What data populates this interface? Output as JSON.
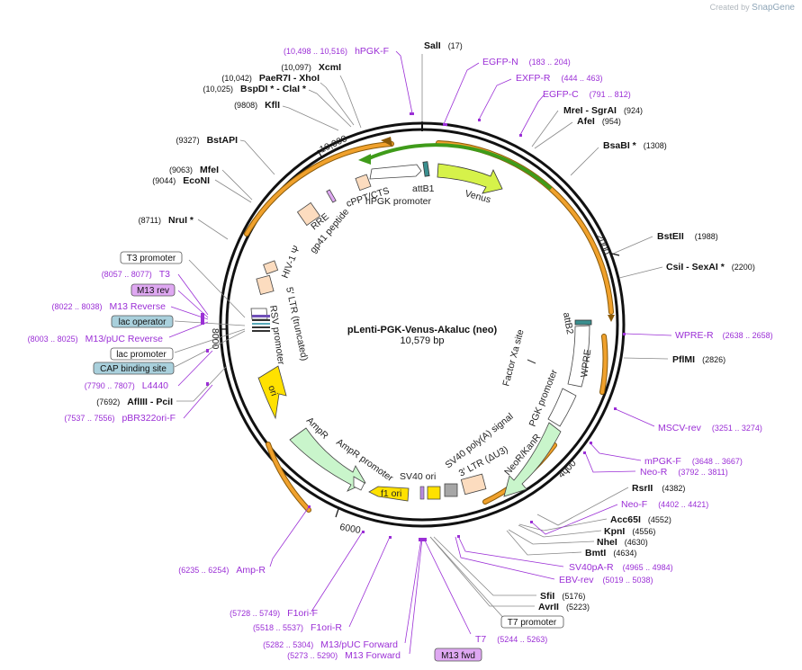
{
  "branding": {
    "created_by": "Created by",
    "brand": "SnapGene"
  },
  "plasmid": {
    "name": "pLenti-PGK-Venus-Akaluc (neo)",
    "size": "10,579 bp"
  },
  "ruler": [
    "2000",
    "4000",
    "6000",
    "8000",
    "10,000"
  ],
  "enzymes": [
    {
      "name": "SalI",
      "pos": "(17)"
    },
    {
      "name": "MreI",
      "sep": " - ",
      "name2": "SgrAI",
      "pos": "(924)"
    },
    {
      "name": "AfeI",
      "pos": "(954)"
    },
    {
      "name": "BsaBI *",
      "pos": "(1308)"
    },
    {
      "name": "BstEII",
      "pos": "(1988)"
    },
    {
      "name": "CsiI",
      "sep": " - ",
      "name2": "SexAI *",
      "pos": "(2200)"
    },
    {
      "name": "PflMI",
      "pos": "(2826)"
    },
    {
      "name": "RsrII",
      "pos": "(4382)"
    },
    {
      "name": "Acc65I",
      "pos": "(4552)"
    },
    {
      "name": "KpnI",
      "pos": "(4556)"
    },
    {
      "name": "NheI",
      "pos": "(4630)"
    },
    {
      "name": "BmtI",
      "pos": "(4634)"
    },
    {
      "name": "SfiI",
      "pos": "(5176)"
    },
    {
      "name": "AvrII",
      "pos": "(5223)"
    },
    {
      "name": "AflIII",
      "sep": " - ",
      "name2": "PciI",
      "pos": "(7692)"
    },
    {
      "name": "NruI *",
      "pos": "(8711)"
    },
    {
      "name": "EcoNI",
      "pos": "(9044)"
    },
    {
      "name": "MfeI",
      "pos": "(9063)"
    },
    {
      "name": "BstAPI",
      "pos": "(9327)"
    },
    {
      "name": "KflI",
      "pos": "(9808)"
    },
    {
      "name": "BspDI *",
      "sep": " - ",
      "name2": "ClaI *",
      "pos": "(10,025)"
    },
    {
      "name": "PaeR7I",
      "sep": " - ",
      "name2": "XhoI",
      "pos": "(10,042)"
    },
    {
      "name": "XcmI",
      "pos": "(10,097)"
    }
  ],
  "primers": [
    {
      "name": "hPGK-F",
      "pos": "(10,498 .. 10,516)"
    },
    {
      "name": "EGFP-N",
      "pos": "(183 .. 204)"
    },
    {
      "name": "EXFP-R",
      "pos": "(444 .. 463)"
    },
    {
      "name": "EGFP-C",
      "pos": "(791 .. 812)"
    },
    {
      "name": "WPRE-R",
      "pos": "(2638 .. 2658)"
    },
    {
      "name": "MSCV-rev",
      "pos": "(3251 .. 3274)"
    },
    {
      "name": "mPGK-F",
      "pos": "(3648 .. 3667)"
    },
    {
      "name": "Neo-R",
      "pos": "(3792 .. 3811)"
    },
    {
      "name": "Neo-F",
      "pos": "(4402 .. 4421)"
    },
    {
      "name": "SV40pA-R",
      "pos": "(4965 .. 4984)"
    },
    {
      "name": "EBV-rev",
      "pos": "(5019 .. 5038)"
    },
    {
      "name": "T7",
      "pos": "(5244 .. 5263)"
    },
    {
      "name": "M13 Forward",
      "pos": "(5273 .. 5290)"
    },
    {
      "name": "M13/pUC Forward",
      "pos": "(5282 .. 5304)"
    },
    {
      "name": "F1ori-R",
      "pos": "(5518 .. 5537)"
    },
    {
      "name": "F1ori-F",
      "pos": "(5728 .. 5749)"
    },
    {
      "name": "Amp-R",
      "pos": "(6235 .. 6254)"
    },
    {
      "name": "pBR322ori-F",
      "pos": "(7537 .. 7556)"
    },
    {
      "name": "L4440",
      "pos": "(7790 .. 7807)"
    },
    {
      "name": "M13/pUC Reverse",
      "pos": "(8003 .. 8025)"
    },
    {
      "name": "M13 Reverse",
      "pos": "(8022 .. 8038)"
    },
    {
      "name": "T3",
      "pos": "(8057 .. 8077)"
    }
  ],
  "boxed_labels": [
    {
      "name": "T3 promoter",
      "color": "#ffffff"
    },
    {
      "name": "M13 rev",
      "color": "#dfa8f2"
    },
    {
      "name": "lac operator",
      "color": "#a9d0dc"
    },
    {
      "name": "lac promoter",
      "color": "#ffffff"
    },
    {
      "name": "CAP binding site",
      "color": "#a9d0dc"
    },
    {
      "name": "T7 promoter",
      "color": "#ffffff"
    },
    {
      "name": "M13 fwd",
      "color": "#dfa8f2"
    }
  ],
  "features": [
    "Venus",
    "attB1",
    "hPGK promoter",
    "cPPT/CTS",
    "RRE",
    "gp41 peptide",
    "HIV-1 Ψ",
    "5′ LTR (truncated)",
    "RSV promoter",
    "ori",
    "AmpR",
    "AmpR promoter",
    "f1 ori",
    "SV40 ori",
    "SV40 poly(A) signal",
    "3′ LTR (ΔU3)",
    "NeoR/KanR",
    "PGK promoter",
    "WPRE",
    "attB2",
    "Factor Xa site"
  ],
  "colors": {
    "primer": "#9b2fd6",
    "orf_orange": "#f0a12c",
    "venus_green": "#3f9b1a",
    "venus_fill": "#d6f24a",
    "ampr_fill": "#c9f5cb",
    "promoter_fill": "#ffffff",
    "ori_fill": "#ffe100",
    "ltr_fill": "#fcdcbf"
  }
}
